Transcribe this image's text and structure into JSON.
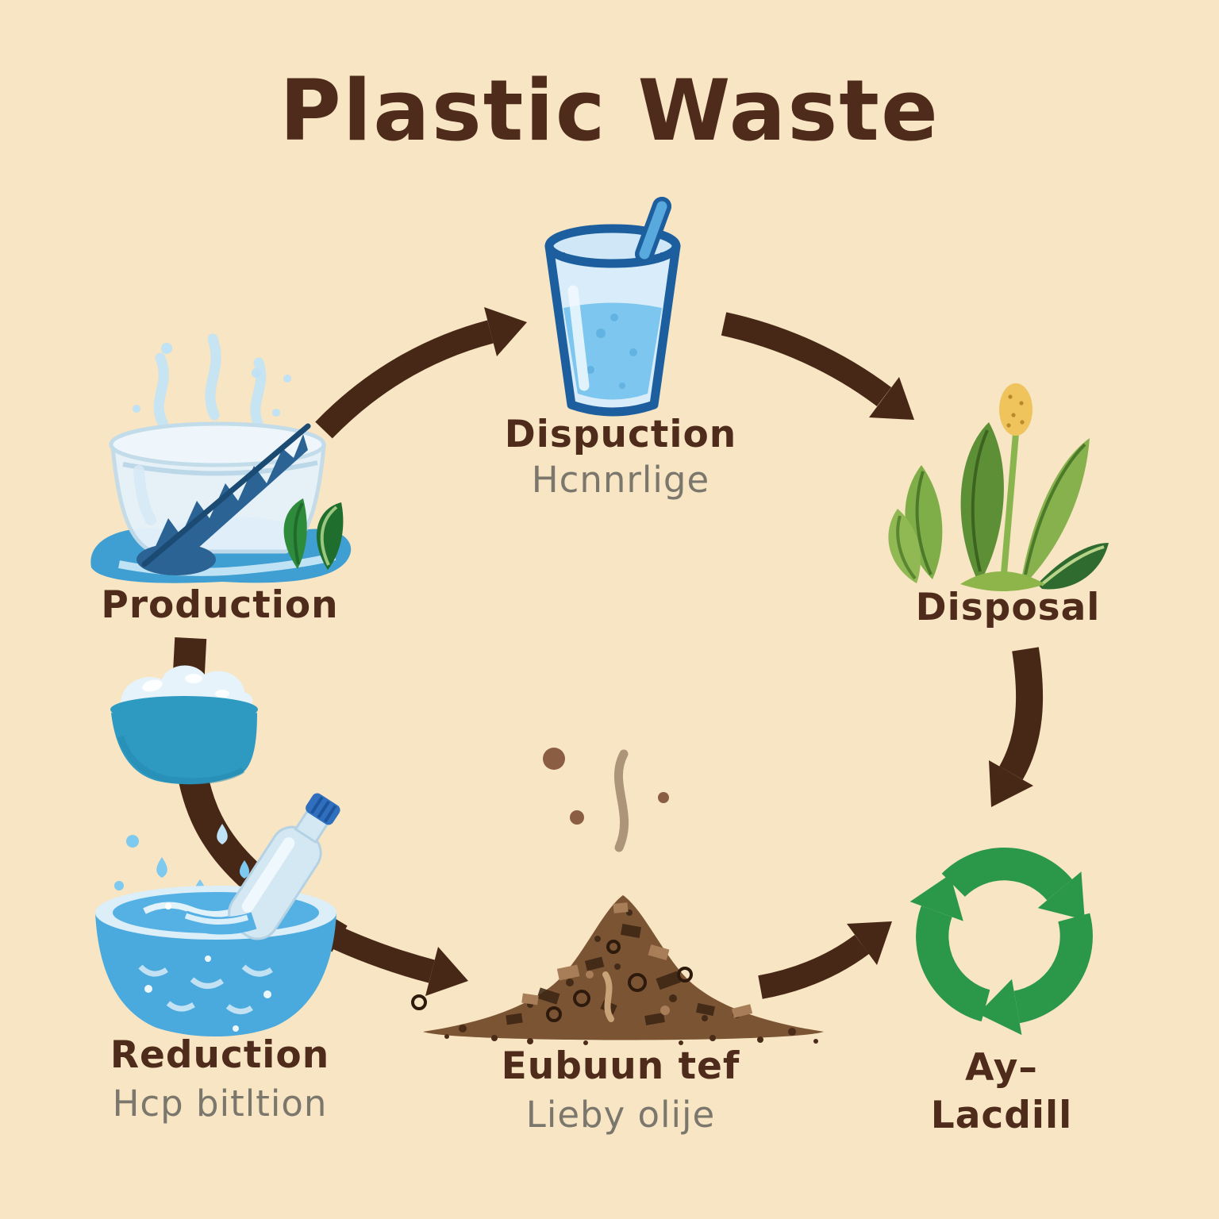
{
  "title": "Plastic Waste",
  "nodes": {
    "production": {
      "label": "Production"
    },
    "use": {
      "label": "Dispuction",
      "sublabel": "Hcnnrlige"
    },
    "disposal": {
      "label": "Disposal"
    },
    "landfill": {
      "label_line1": "Ay–",
      "label_line2": "Lacdill"
    },
    "compost": {
      "label": "Eubuun tef",
      "sublabel": "Lieby olije"
    },
    "reduction": {
      "label": "Reduction",
      "sublabel": "Hcp bitltion"
    }
  },
  "icons": {
    "production": "steaming-tub-with-saw-blade-and-leaves",
    "use": "plastic-cup-with-straw",
    "disposal": "tropical-plant-with-yellow-bud",
    "landfill": "recycling-arrows-symbol",
    "compost": "pile-of-shredded-plastic-debris",
    "reduction": "wash-bowls-with-plastic-bottle"
  },
  "flows": [
    "production -> use",
    "use -> disposal",
    "disposal -> landfill",
    "production -> reduction",
    "reduction -> compost",
    "compost -> landfill"
  ],
  "palette": {
    "bg": "#f7e5c3",
    "text-brown": "#4e2b1a",
    "text-gray": "#7b776c",
    "arrow-brown": "#472816",
    "recycle-green": "#2a9749",
    "water-blue": "#7cc6ef",
    "outline-blue": "#1d5f9e",
    "bowl-teal": "#2e9ac2",
    "bowl-blue": "#4aa9dd",
    "pile-brown": "#7b5434",
    "leaf-green": "#6fa043",
    "bud-yellow": "#efc45c"
  }
}
